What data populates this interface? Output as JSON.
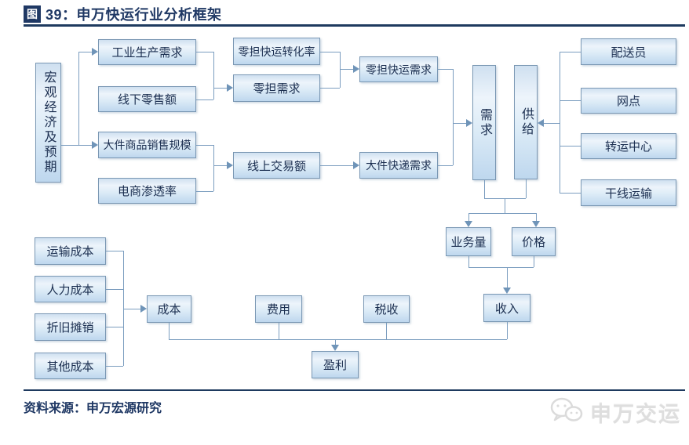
{
  "header": {
    "badge": "图",
    "title": "39：申万快运行业分析框架",
    "full_title": "图 39：申万快运行业分析框架"
  },
  "nodes": {
    "macro": "宏观经济及预期",
    "industrial_demand": "工业生产需求",
    "offline_retail": "线下零售额",
    "bulky_goods_sales": "大件商品销售规模",
    "ecommerce_penetration": "电商渗透率",
    "ltl_conversion": "零担快运转化率",
    "ltl_demand": "零担需求",
    "online_transactions": "线上交易额",
    "ltl_express_demand": "零担快运需求",
    "bulky_express_demand": "大件快递需求",
    "demand": "需求",
    "supply": "供给",
    "courier": "配送员",
    "outlets": "网点",
    "transfer_center": "转运中心",
    "trunk_transport": "干线运输",
    "volume": "业务量",
    "price": "价格",
    "revenue": "收入",
    "transport_cost": "运输成本",
    "labor_cost": "人力成本",
    "depreciation": "折旧摊销",
    "other_cost": "其他成本",
    "cost": "成本",
    "expense": "费用",
    "tax": "税收",
    "profit": "盈利"
  },
  "footer": {
    "source": "资料来源：申万宏源研究",
    "watermark": "申万交运"
  },
  "colors": {
    "accent_navy": "#1f3864",
    "box_border": "#7a97b3",
    "box_fill_top": "#edf4fb",
    "box_fill_bottom": "#bed7ee",
    "connector": "#7b9dbf",
    "node_text": "#1b2e50",
    "watermark_gray": "#d9d9d9"
  }
}
